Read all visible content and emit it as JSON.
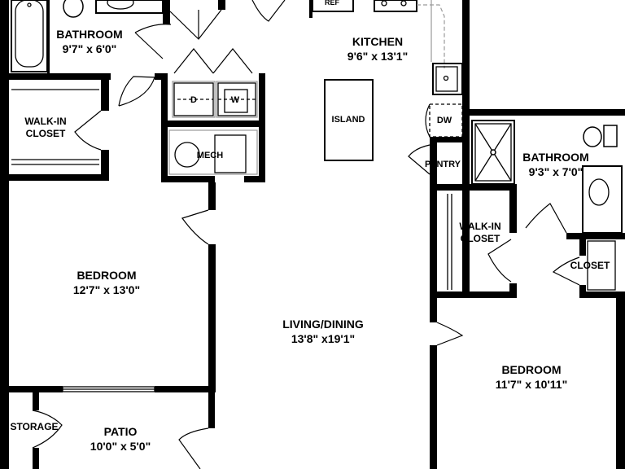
{
  "rooms": {
    "bathroom1": {
      "name": "BATHROOM",
      "size": "9'7\" x 6'0\""
    },
    "kitchen": {
      "name": "KITCHEN",
      "size": "9'6\" x 13'1\""
    },
    "walkin1": {
      "line1": "WALK-IN",
      "line2": "CLOSET"
    },
    "bedroom1": {
      "name": "BEDROOM",
      "size": "12'7\" x 13'0\""
    },
    "living": {
      "name": "LIVING/DINING",
      "size": "13'8\" x19'1\""
    },
    "bathroom2": {
      "name": "BATHROOM",
      "size": "9'3\" x 7'0\""
    },
    "walkin2": {
      "line1": "WALK-IN",
      "line2": "CLOSET"
    },
    "closet": {
      "name": "CLOSET"
    },
    "bedroom2": {
      "name": "BEDROOM",
      "size": "11'7\" x 10'11\""
    },
    "storage": {
      "name": "STORAGE"
    },
    "patio": {
      "name": "PATIO",
      "size": "10'0\" x 5'0\""
    }
  },
  "fixtures": {
    "island": "ISLAND",
    "mech": "MECH",
    "dryer": "D",
    "washer": "W",
    "dishwasher": "DW",
    "pantry": "PANTRY",
    "refrigerator": "REF"
  }
}
